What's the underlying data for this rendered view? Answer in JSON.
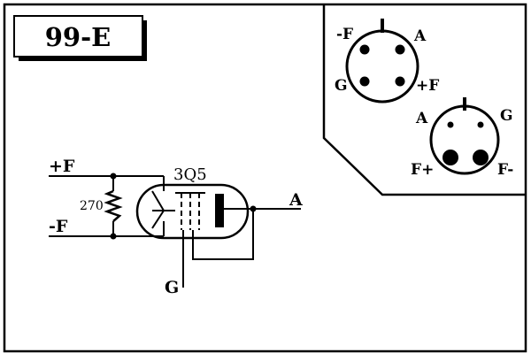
{
  "title": "99-E",
  "tube": {
    "type": "3Q5",
    "resistor": "270"
  },
  "terminals": {
    "plus_f": "+F",
    "minus_f": "-F",
    "anode": "A",
    "grid": "G"
  },
  "socket_top": {
    "pins": {
      "top_left": "-F",
      "top_right": "A",
      "bottom_left": "G",
      "bottom_right": "+F"
    }
  },
  "socket_bottom": {
    "pins": {
      "top_left": "A",
      "top_right": "G",
      "bottom_left": "F+",
      "bottom_right": "F-"
    }
  },
  "colors": {
    "ink": "#000000",
    "background": "#ffffff"
  }
}
